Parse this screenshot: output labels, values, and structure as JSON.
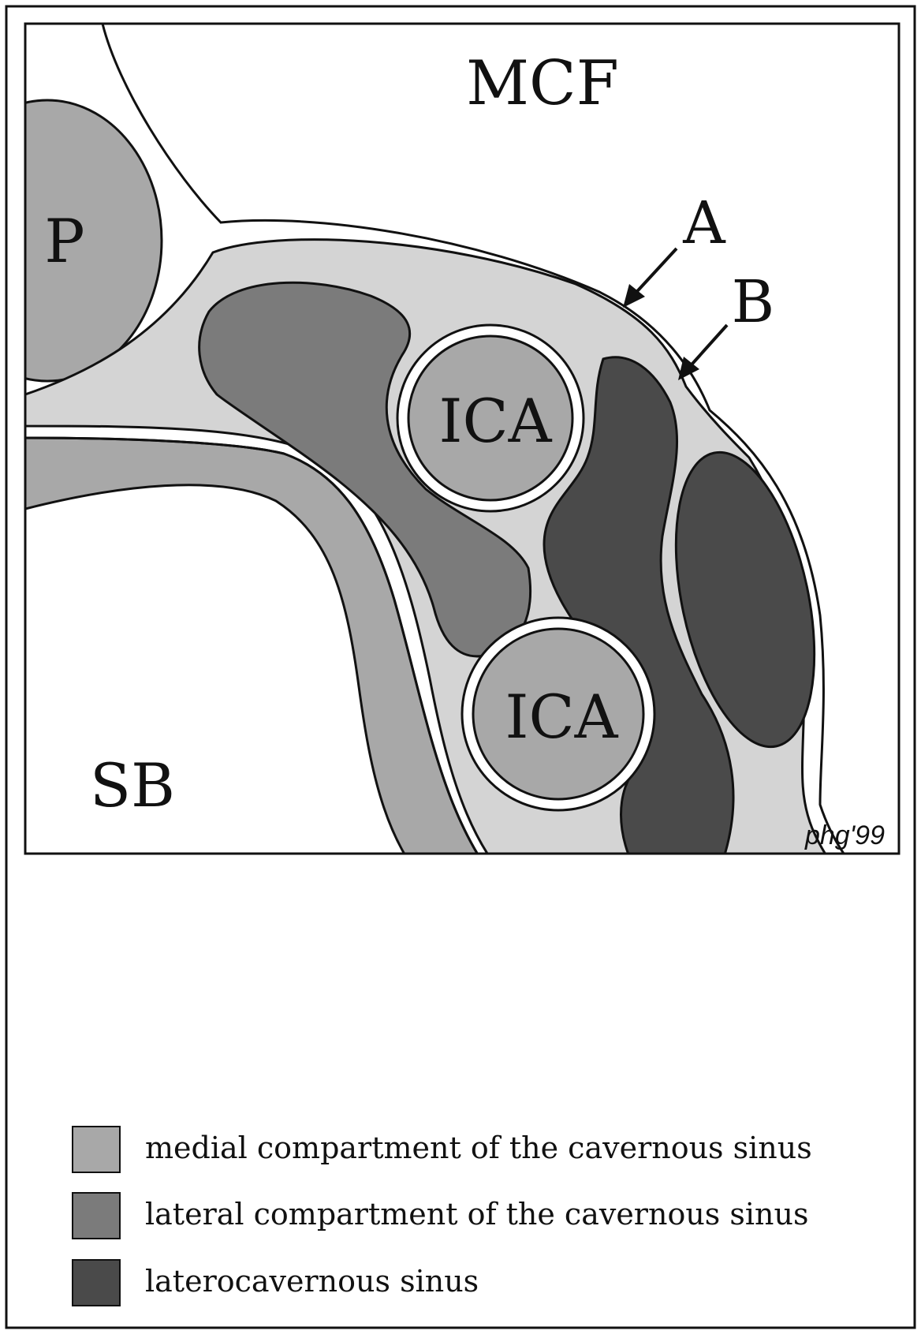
{
  "labels": {
    "mcf": "MCF",
    "p": "P",
    "sb": "SB",
    "ica_upper": "ICA",
    "ica_lower": "ICA",
    "arrow_a": "A",
    "arrow_b": "B",
    "signature": "phg'99"
  },
  "legend": [
    {
      "label": "medial compartment of the cavernous sinus",
      "color": "#a8a8a8"
    },
    {
      "label": "lateral compartment of the cavernous sinus",
      "color": "#7b7b7b"
    },
    {
      "label": "laterocavernous sinus",
      "color": "#4a4a4a"
    }
  ],
  "colors": {
    "light": "#d4d4d4",
    "medium": "#a8a8a8",
    "dark": "#7b7b7b",
    "darkest": "#4a4a4a",
    "line": "#111111"
  }
}
